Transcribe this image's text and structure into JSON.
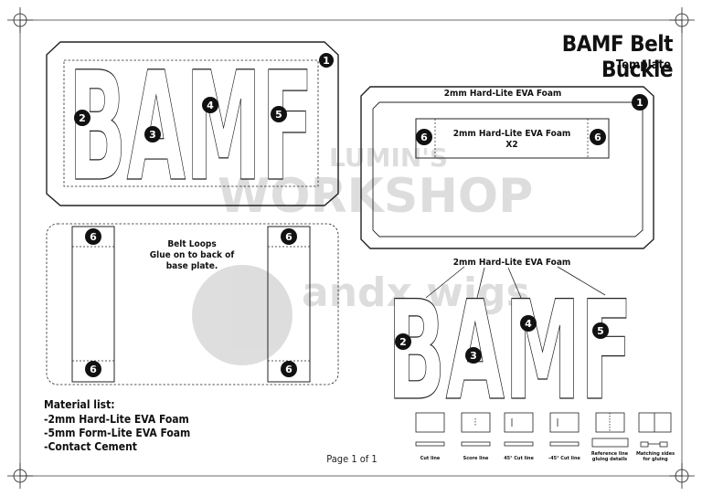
{
  "header": {
    "title": "BAMF Belt Buckle",
    "subtitle": "Template"
  },
  "watermark": {
    "line1": "LUMIN'S",
    "line2": "WORKSHOP",
    "brand": "andx wigs"
  },
  "labels": {
    "foam_top": "2mm Hard-Lite EVA Foam",
    "foam_inner_line1": "2mm Hard-Lite EVA Foam",
    "foam_inner_line2": "X2",
    "belt_loops_line1": "Belt Loops",
    "belt_loops_line2": "Glue on to back of",
    "belt_loops_line3": "base plate.",
    "foam_letters": "2mm Hard-Lite EVA Foam"
  },
  "letters": {
    "b": "B",
    "a": "A",
    "m": "M",
    "f": "F"
  },
  "markers": {
    "one": "1",
    "two": "2",
    "three": "3",
    "four": "4",
    "five": "5",
    "six": "6"
  },
  "material_list": {
    "heading": "Material list:",
    "items": [
      "-2mm Hard-Lite EVA Foam",
      "-5mm Form-Lite EVA Foam",
      "-Contact Cement"
    ]
  },
  "footer": {
    "page": "Page 1 of 1"
  },
  "legend": [
    {
      "label": "Cut line"
    },
    {
      "label": "Score line"
    },
    {
      "label": "45° Cut line"
    },
    {
      "label": "-45° Cut line"
    },
    {
      "label": "Reference line gluing details"
    },
    {
      "label": "Matching sides for gluing"
    }
  ]
}
